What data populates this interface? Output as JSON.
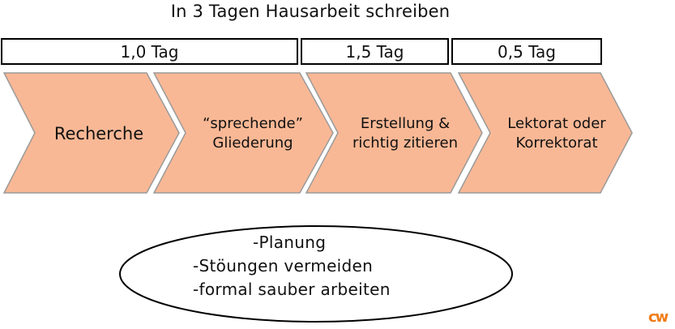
{
  "title": "In 3 Tagen Hausarbeit schreiben",
  "durations": [
    "1,0 Tag",
    "1,5 Tag",
    "0,5 Tag"
  ],
  "steps": [
    {
      "lines": [
        "Recherche"
      ]
    },
    {
      "lines": [
        "“sprechende”",
        "Gliederung"
      ]
    },
    {
      "lines": [
        "Erstellung &",
        "richtig zitieren"
      ]
    },
    {
      "lines": [
        "Lektorat oder",
        "Korrektorat"
      ]
    }
  ],
  "notes": [
    "-Planung",
    "-Stöungen vermeiden",
    "-formal sauber arbeiten"
  ],
  "logo": "cw",
  "colors": {
    "chevron_fill": "#F9B895",
    "chevron_stroke": "#9a9a9a",
    "logo": "#F07D19"
  }
}
